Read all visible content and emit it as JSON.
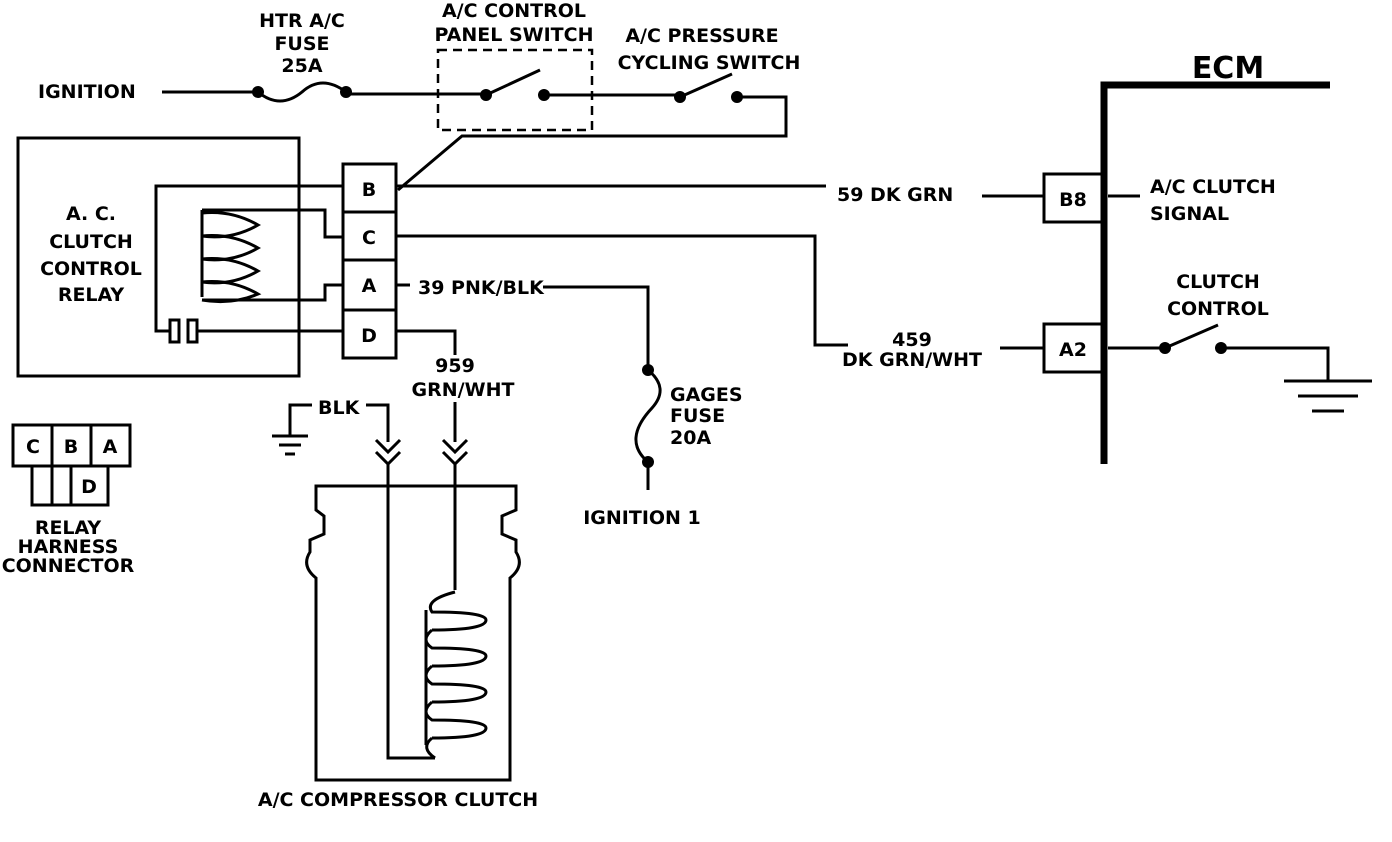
{
  "labels": {
    "ignition": "IGNITION",
    "fuse_htr_line1": "HTR A/C",
    "fuse_htr_line2": "FUSE",
    "fuse_htr_line3": "25A",
    "panel_switch_line1": "A/C CONTROL",
    "panel_switch_line2": "PANEL SWITCH",
    "pressure_switch_line1": "A/C PRESSURE",
    "pressure_switch_line2": "CYCLING SWITCH",
    "ecm": "ECM",
    "relay_line1": "A. C.",
    "relay_line2": "CLUTCH",
    "relay_line3": "CONTROL",
    "relay_line4": "RELAY",
    "pin_b": "B",
    "pin_c": "C",
    "pin_a": "A",
    "pin_d": "D",
    "wire_59": "59 DK GRN",
    "ecm_b8": "B8",
    "clutch_signal_line1": "A/C CLUTCH",
    "clutch_signal_line2": "SIGNAL",
    "clutch_control_line1": "CLUTCH",
    "clutch_control_line2": "CONTROL",
    "wire_39": "39 PNK/BLK",
    "wire_459_line1": "459",
    "wire_459_line2": "DK GRN/WHT",
    "ecm_a2": "A2",
    "wire_959_line1": "959",
    "wire_959_line2": "GRN/WHT",
    "blk": "BLK",
    "gages_line1": "GAGES",
    "gages_line2": "FUSE",
    "gages_line3": "20A",
    "ignition1": "IGNITION 1",
    "conn_c": "C",
    "conn_b": "B",
    "conn_a": "A",
    "conn_d": "D",
    "harness_line1": "RELAY",
    "harness_line2": "HARNESS",
    "harness_line3": "CONNECTOR",
    "compressor": "A/C COMPRESSOR CLUTCH"
  }
}
